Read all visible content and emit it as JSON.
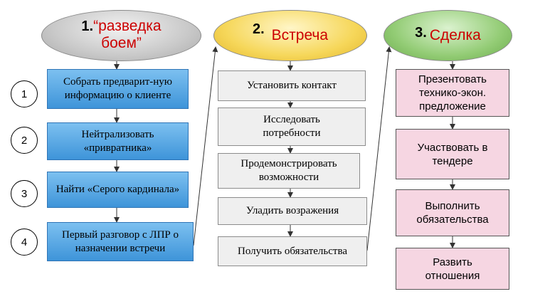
{
  "stages": [
    {
      "number": "1.",
      "title_line1": "“разведка",
      "title_line2": "боем”"
    },
    {
      "number": "2.",
      "title": "Встреча"
    },
    {
      "number": "3.",
      "title": "Сделка"
    }
  ],
  "column1_steps": [
    "Собрать предварит-ную информацию о клиенте",
    "Нейтрализовать «привратника»",
    "Найти «Серого кардинала»",
    "Первый разговор с ЛПР о назначении встречи"
  ],
  "column1_step_numbers": [
    "1",
    "2",
    "3",
    "4"
  ],
  "column2_steps": [
    "Установить контакт",
    "Исследовать потребности",
    "Продемонстрировать возможности",
    "Уладить возражения",
    "Получить обязательства"
  ],
  "column3_steps": [
    "Презентовать технико-экон. предложение",
    "Участвовать в тендере",
    "Выполнить обязательства",
    "Развить отношения"
  ]
}
